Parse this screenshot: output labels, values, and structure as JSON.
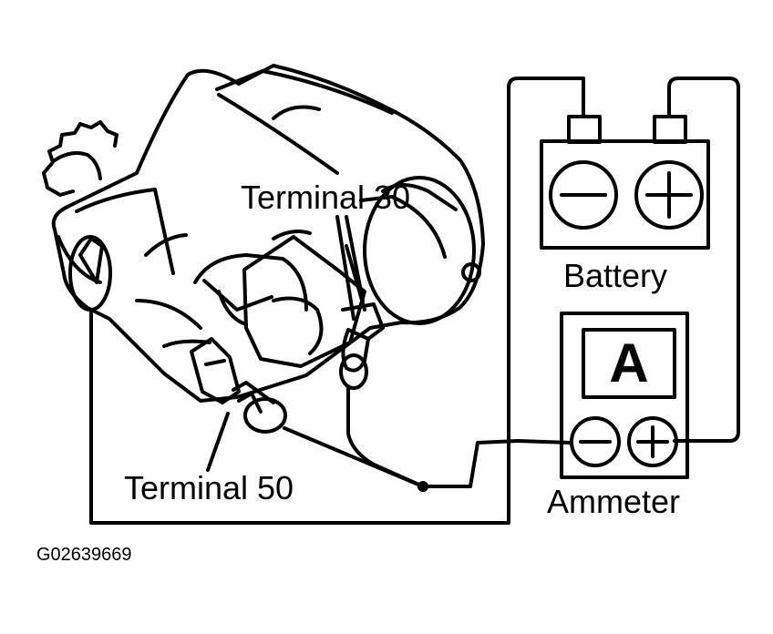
{
  "labels": {
    "terminal_30": "Terminal 30",
    "terminal_50": "Terminal 50",
    "battery": "Battery",
    "ammeter": "Ammeter",
    "ammeter_symbol": "A",
    "figure_code": "G02639669"
  },
  "colors": {
    "line": "#000000",
    "background": "#ffffff"
  }
}
